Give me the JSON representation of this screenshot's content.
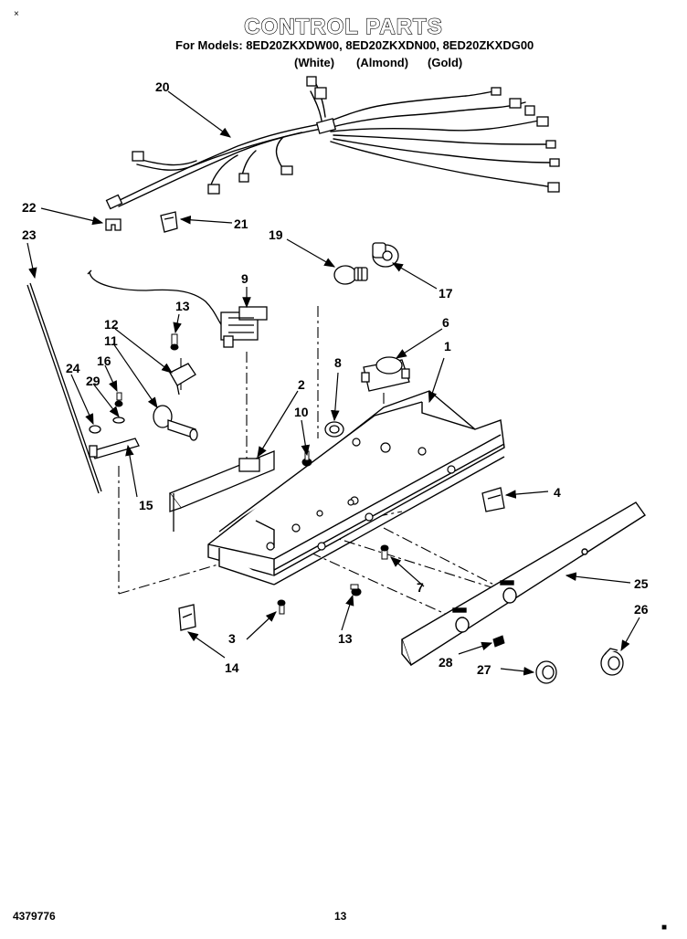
{
  "header": {
    "title": "CONTROL PARTS",
    "models_line": "For Models: 8ED20ZKXDW00, 8ED20ZKXDN00, 8ED20ZKXDG00",
    "colors": [
      "(White)",
      "(Almond)",
      "(Gold)"
    ]
  },
  "footer": {
    "doc_number": "4379776",
    "page_number": "13"
  },
  "marks": {
    "corner_top": "×",
    "corner_bottom": "■"
  },
  "callouts": {
    "c1": "1",
    "c2": "2",
    "c3": "3",
    "c4": "4",
    "c6": "6",
    "c7": "7",
    "c8": "8",
    "c9": "9",
    "c10": "10",
    "c11": "11",
    "c12": "12",
    "c13a": "13",
    "c13b": "13",
    "c14": "14",
    "c15": "15",
    "c16": "16",
    "c17": "17",
    "c19": "19",
    "c20": "20",
    "c21": "21",
    "c22": "22",
    "c23": "23",
    "c24": "24",
    "c25": "25",
    "c26": "26",
    "c27": "27",
    "c28": "28",
    "c29": "29"
  }
}
